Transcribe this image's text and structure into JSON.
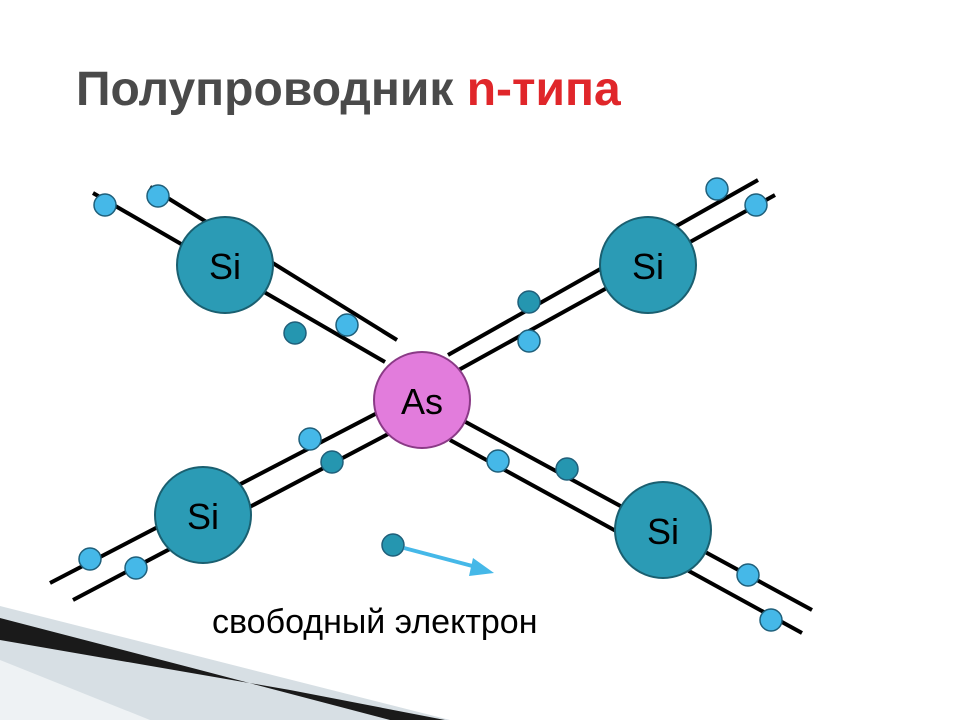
{
  "slide": {
    "title_main": "Полупроводник",
    "title_accent": "n-типа",
    "accent_color": "#e0262a",
    "title_color": "#4a4a4a"
  },
  "atoms": {
    "center": "As",
    "top_left": "Si",
    "top_right": "Si",
    "bottom_left": "Si",
    "bottom_right": "Si"
  },
  "colors": {
    "si_atom": "#2b9bb5",
    "as_atom": "#e27cdc",
    "electron_light": "#45b8e8",
    "electron_dark": "#2596b0",
    "arrow": "#45b8e8"
  },
  "legend": {
    "free_electron_label": "свободный электрон"
  }
}
